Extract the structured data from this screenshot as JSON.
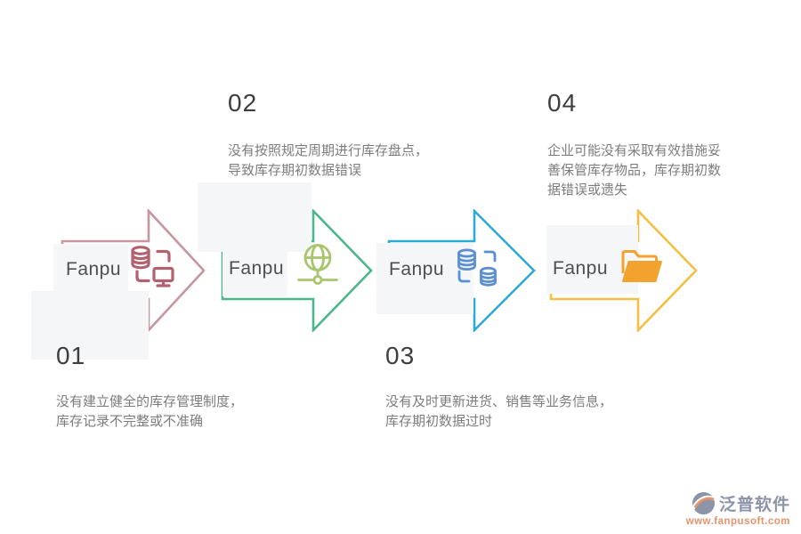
{
  "steps": [
    {
      "number": "01",
      "label": "Fanpu",
      "desc_lines": [
        "没有建立健全的库存管理制度，",
        "库存记录不完整或不准确"
      ],
      "arrow_color": "#c8949d",
      "icon": "database-monitor-icon",
      "icon_color": "#b2616f",
      "label_position": "below"
    },
    {
      "number": "02",
      "label": "Fanpu",
      "desc_lines": [
        "没有按照规定周期进行库存盘点，",
        "导致库存期初数据错误"
      ],
      "arrow_color": "#4db68b",
      "icon": "globe-network-icon",
      "icon_color": "#a9c56d",
      "label_position": "above"
    },
    {
      "number": "03",
      "label": "Fanpu",
      "desc_lines": [
        "没有及时更新进货、销售等业务信息，",
        "库存期初数据过时"
      ],
      "arrow_color": "#2caad8",
      "icon": "database-sync-icon",
      "icon_color": "#5b8fd4",
      "label_position": "below"
    },
    {
      "number": "04",
      "label": "Fanpu",
      "desc_lines": [
        "企业可能没有采取有效措施妥",
        "善保管库存物品，库存期初数",
        "据错误或遗失"
      ],
      "arrow_color": "#f2c043",
      "icon": "open-folder-icon",
      "icon_color": "#f2a32d",
      "label_position": "above"
    }
  ],
  "footer": {
    "brand": "泛普软件",
    "url": "www.fanpusoft.com",
    "brand_color": "#8c95a8",
    "url_color": "#e8936b"
  },
  "card_color": "#f4f6f8"
}
